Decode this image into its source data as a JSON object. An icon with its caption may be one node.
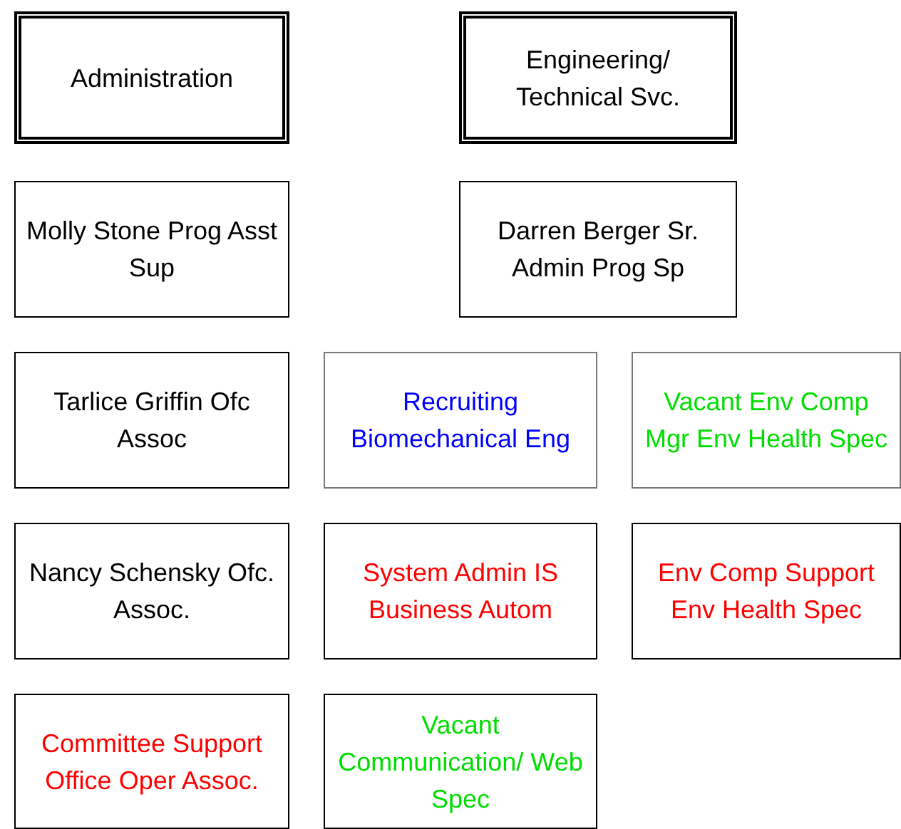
{
  "diagram": {
    "nodes": [
      {
        "text": [
          "Administration"
        ]
      },
      {
        "text": [
          "Engineering/ Technical Svc."
        ]
      },
      {
        "text": [
          "Molly Stone Prog Asst Sup"
        ]
      },
      {
        "text": [
          "Darren Berger Sr. Admin Prog Sp"
        ]
      },
      {
        "text": [
          "Tarlice Griffin Ofc Assoc"
        ]
      },
      {
        "text": [
          "Recruiting Biomechanical Eng"
        ]
      },
      {
        "text": [
          "Vacant Env Comp Mgr Env Health Spec"
        ]
      },
      {
        "text": [
          "Nancy Schensky Ofc. Assoc."
        ]
      },
      {
        "text": [
          "System Admin IS Business Autom"
        ]
      },
      {
        "text": [
          "Env Comp Support Env Health Spec"
        ]
      },
      {
        "text": [
          "Committee Support Office Oper Assoc."
        ]
      },
      {
        "text": [
          "Vacant Communication/ Web Spec"
        ]
      }
    ]
  }
}
